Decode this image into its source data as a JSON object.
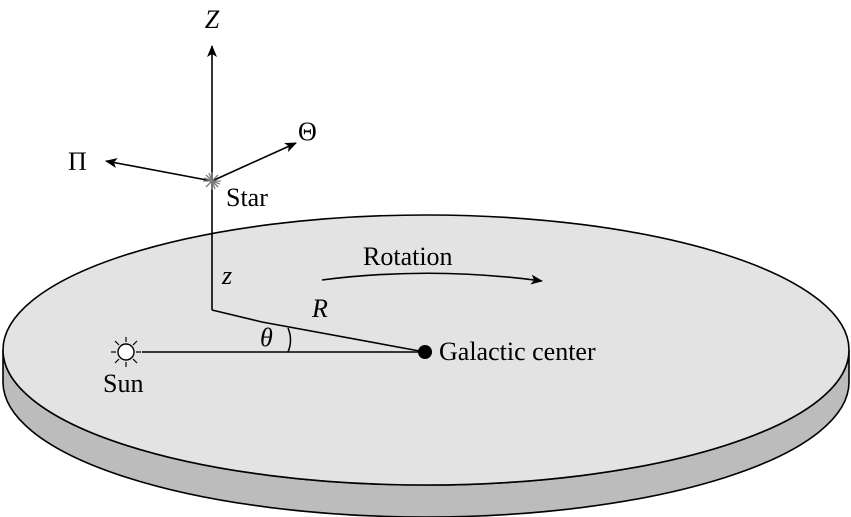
{
  "diagram": {
    "labels": {
      "z_axis": "Z",
      "theta_dir": "Θ",
      "pi_dir": "Π",
      "star": "Star",
      "height": "z",
      "rotation": "Rotation",
      "radius": "R",
      "angle": "θ",
      "galactic_center": "Galactic center",
      "sun": "Sun"
    },
    "colors": {
      "disk_top": "#e3e3e3",
      "disk_side": "#bcbcbc",
      "outline": "#000000",
      "star_marker": "#7a7a7a"
    }
  }
}
